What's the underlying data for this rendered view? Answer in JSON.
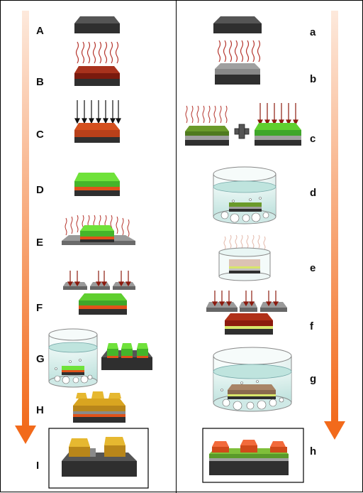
{
  "left_steps": [
    "A",
    "B",
    "C",
    "D",
    "E",
    "F",
    "G",
    "H",
    "I"
  ],
  "right_steps": [
    "a",
    "b",
    "c",
    "d",
    "e",
    "f",
    "g",
    "h"
  ],
  "colors": {
    "substrate": "#3a3a3a",
    "red_layer": "#8b1a0e",
    "orange_layer": "#e0521a",
    "green_layer": "#5fcf2f",
    "olive_layer": "#6a9a2a",
    "gold_layer": "#d9a520",
    "gray_layer": "#8a8a8a",
    "arrow_orange": "#f26a1b",
    "wave_red": "#b4322a",
    "water": "#cfe9e6"
  },
  "icons": [
    "wavy-heat-icon",
    "down-arrow-icon",
    "plus-icon",
    "beaker-icon",
    "process-flow-arrow-icon"
  ]
}
